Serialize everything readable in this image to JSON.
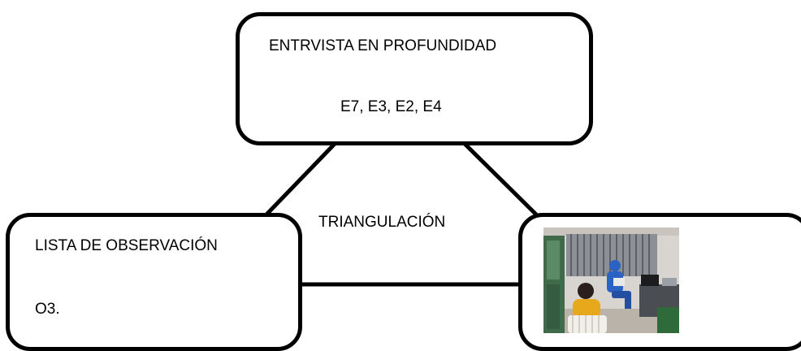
{
  "top_box": {
    "title": "ENTRVISTA EN PROFUNDIDAD",
    "codes": "E7, E3, E2, E4"
  },
  "center": {
    "label": "TRIANGULACIÓN"
  },
  "left_box": {
    "title": "LISTA DE OBSERVACIÓN",
    "code": "O3."
  },
  "right_box": {
    "image": "interview-photo"
  },
  "colors": {
    "stroke": "#000000",
    "background": "#ffffff",
    "wall": "#d8d4cf",
    "shutter": "#8c8f95",
    "door": "#3f6b4a",
    "scrubs": "#2b63c4",
    "shirt": "#e8a81c"
  }
}
